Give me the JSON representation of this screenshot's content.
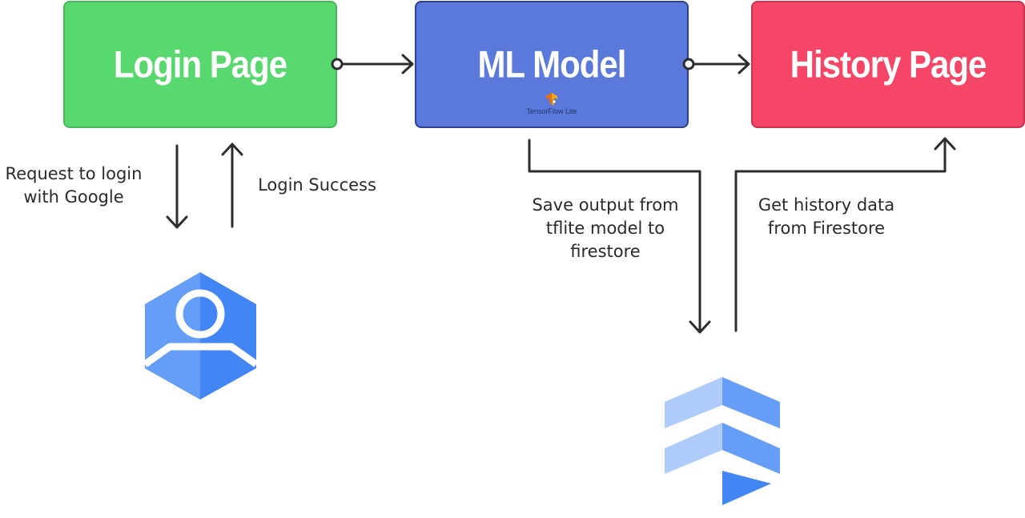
{
  "boxes": {
    "login": {
      "title": "Login Page",
      "color": "#58d86e"
    },
    "ml": {
      "title": "ML Model",
      "subtitle": "TensorFlow Lite",
      "color": "#5a79db"
    },
    "history": {
      "title": "History Page",
      "color": "#f64667"
    }
  },
  "labels": {
    "request": [
      "Request to login",
      "with Google"
    ],
    "success": "Login Success",
    "save": [
      "Save output from",
      "tflite model to",
      "firestore"
    ],
    "get": [
      "Get history data",
      "from Firestore"
    ]
  },
  "icons": {
    "auth": "firebase-authentication-icon",
    "firestore": "firestore-icon",
    "tensorflow": "tensorflow-lite-icon"
  }
}
